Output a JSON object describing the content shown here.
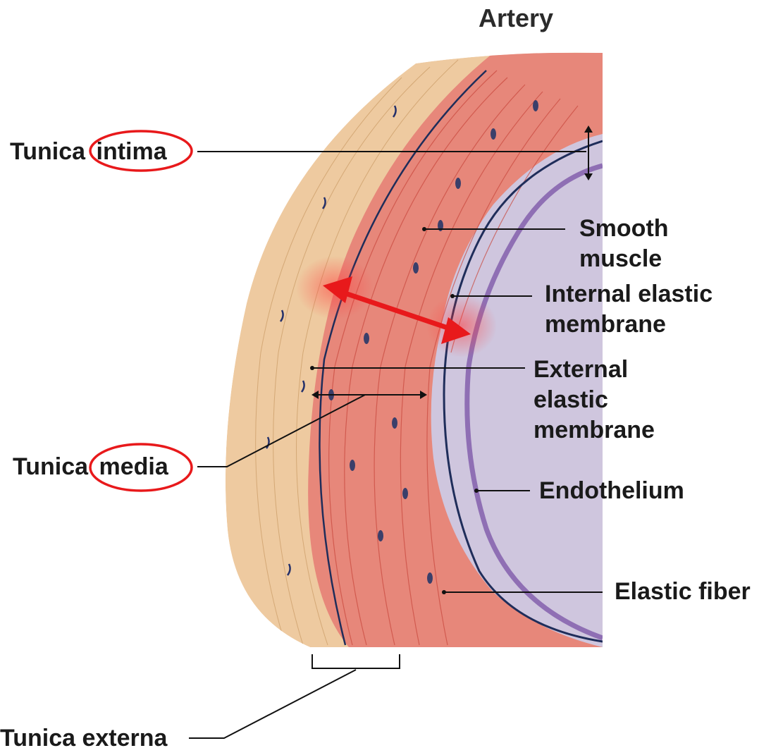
{
  "title": "Artery",
  "labels": {
    "tunica_intima_a": "Tunica",
    "tunica_intima_b": "intima",
    "tunica_media_a": "Tunica",
    "tunica_media_b": "media",
    "tunica_externa": "Tunica externa",
    "smooth_muscle_1": "Smooth",
    "smooth_muscle_2": "muscle",
    "internal_elastic_1": "Internal elastic",
    "internal_elastic_2": "membrane",
    "external_elastic_1": "External",
    "external_elastic_2": "elastic",
    "external_elastic_3": "membrane",
    "endothelium": "Endothelium",
    "elastic_fiber": "Elastic fiber"
  },
  "colors": {
    "externa": "#eecaa0",
    "media": "#e7877a",
    "intima": "#cfc6de",
    "endothelium": "#8f6fb4",
    "elastic": "#1f2d5a",
    "highlight": "#e8191b"
  }
}
